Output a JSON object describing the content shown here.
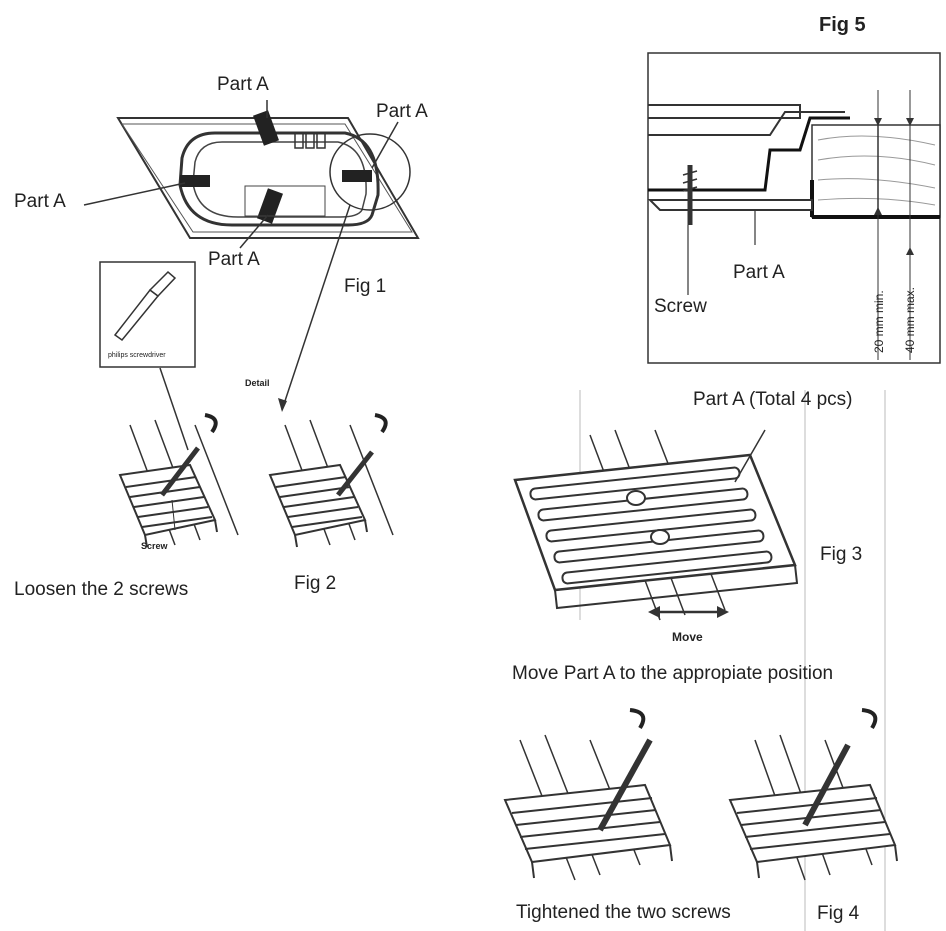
{
  "fig1": {
    "part_a_top": "Part A",
    "part_a_right": "Part A",
    "part_a_left": "Part A",
    "part_a_bottom": "Part A",
    "caption": "Fig 1",
    "detail": "Detail",
    "tool_label": "philips screwdriver"
  },
  "fig2": {
    "screw_label": "Screw",
    "caption": "Fig 2",
    "instruction": "Loosen the 2 screws"
  },
  "fig5": {
    "caption": "Fig 5",
    "screw_label": "Screw",
    "part_label": "Part A",
    "dim_min": "20 mm min.",
    "dim_max": "40 mm max."
  },
  "fig3": {
    "title": "Part A (Total 4 pcs)",
    "caption": "Fig 3",
    "move_label": "Move",
    "instruction": "Move Part A to the appropiate position"
  },
  "fig4": {
    "instruction": "Tightened the two screws",
    "caption": "Fig 4"
  }
}
